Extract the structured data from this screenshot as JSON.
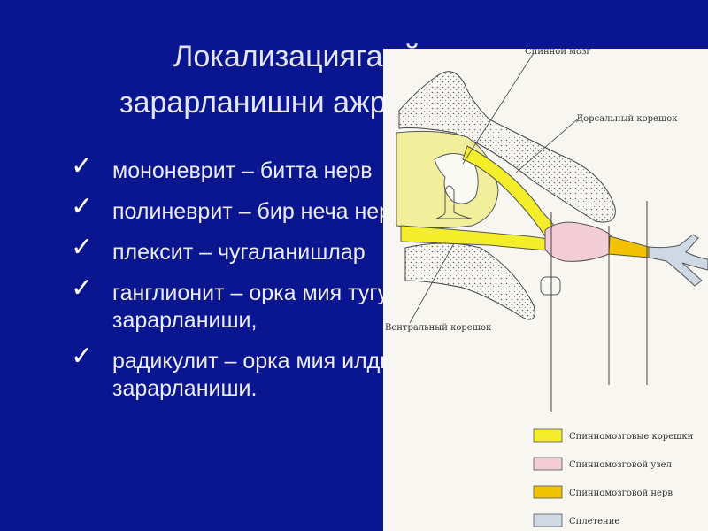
{
  "title": {
    "line1": "Локализацияга кўра",
    "line2": "зарарланишни ажратади:"
  },
  "bullets": [
    {
      "lines": [
        "мононеврит – битта нерв"
      ]
    },
    {
      "lines": [
        "полиневрит – бир неча нерв"
      ]
    },
    {
      "lines": [
        "плексит – чугаланишлар"
      ]
    },
    {
      "lines": [
        "ганглионит – орка мия тугуни",
        "зарарланиши,"
      ]
    },
    {
      "lines": [
        "радикулит – орка мия илдизи",
        "зарарланиши."
      ]
    }
  ],
  "figure": {
    "labels": {
      "spinal_cord": "Спинной мозг",
      "dorsal_root": "Дорсальный корешок",
      "ventral_root": "Вентральный корешок"
    },
    "legend": [
      {
        "label": "Спинномозговые корешки",
        "color": "#f4ee2a"
      },
      {
        "label": "Спинномозговой узел",
        "color": "#f3cdd6"
      },
      {
        "label": "Спинномозговой нерв",
        "color": "#f2c200"
      },
      {
        "label": "Сплетение",
        "color": "#cfd9e6"
      }
    ]
  }
}
